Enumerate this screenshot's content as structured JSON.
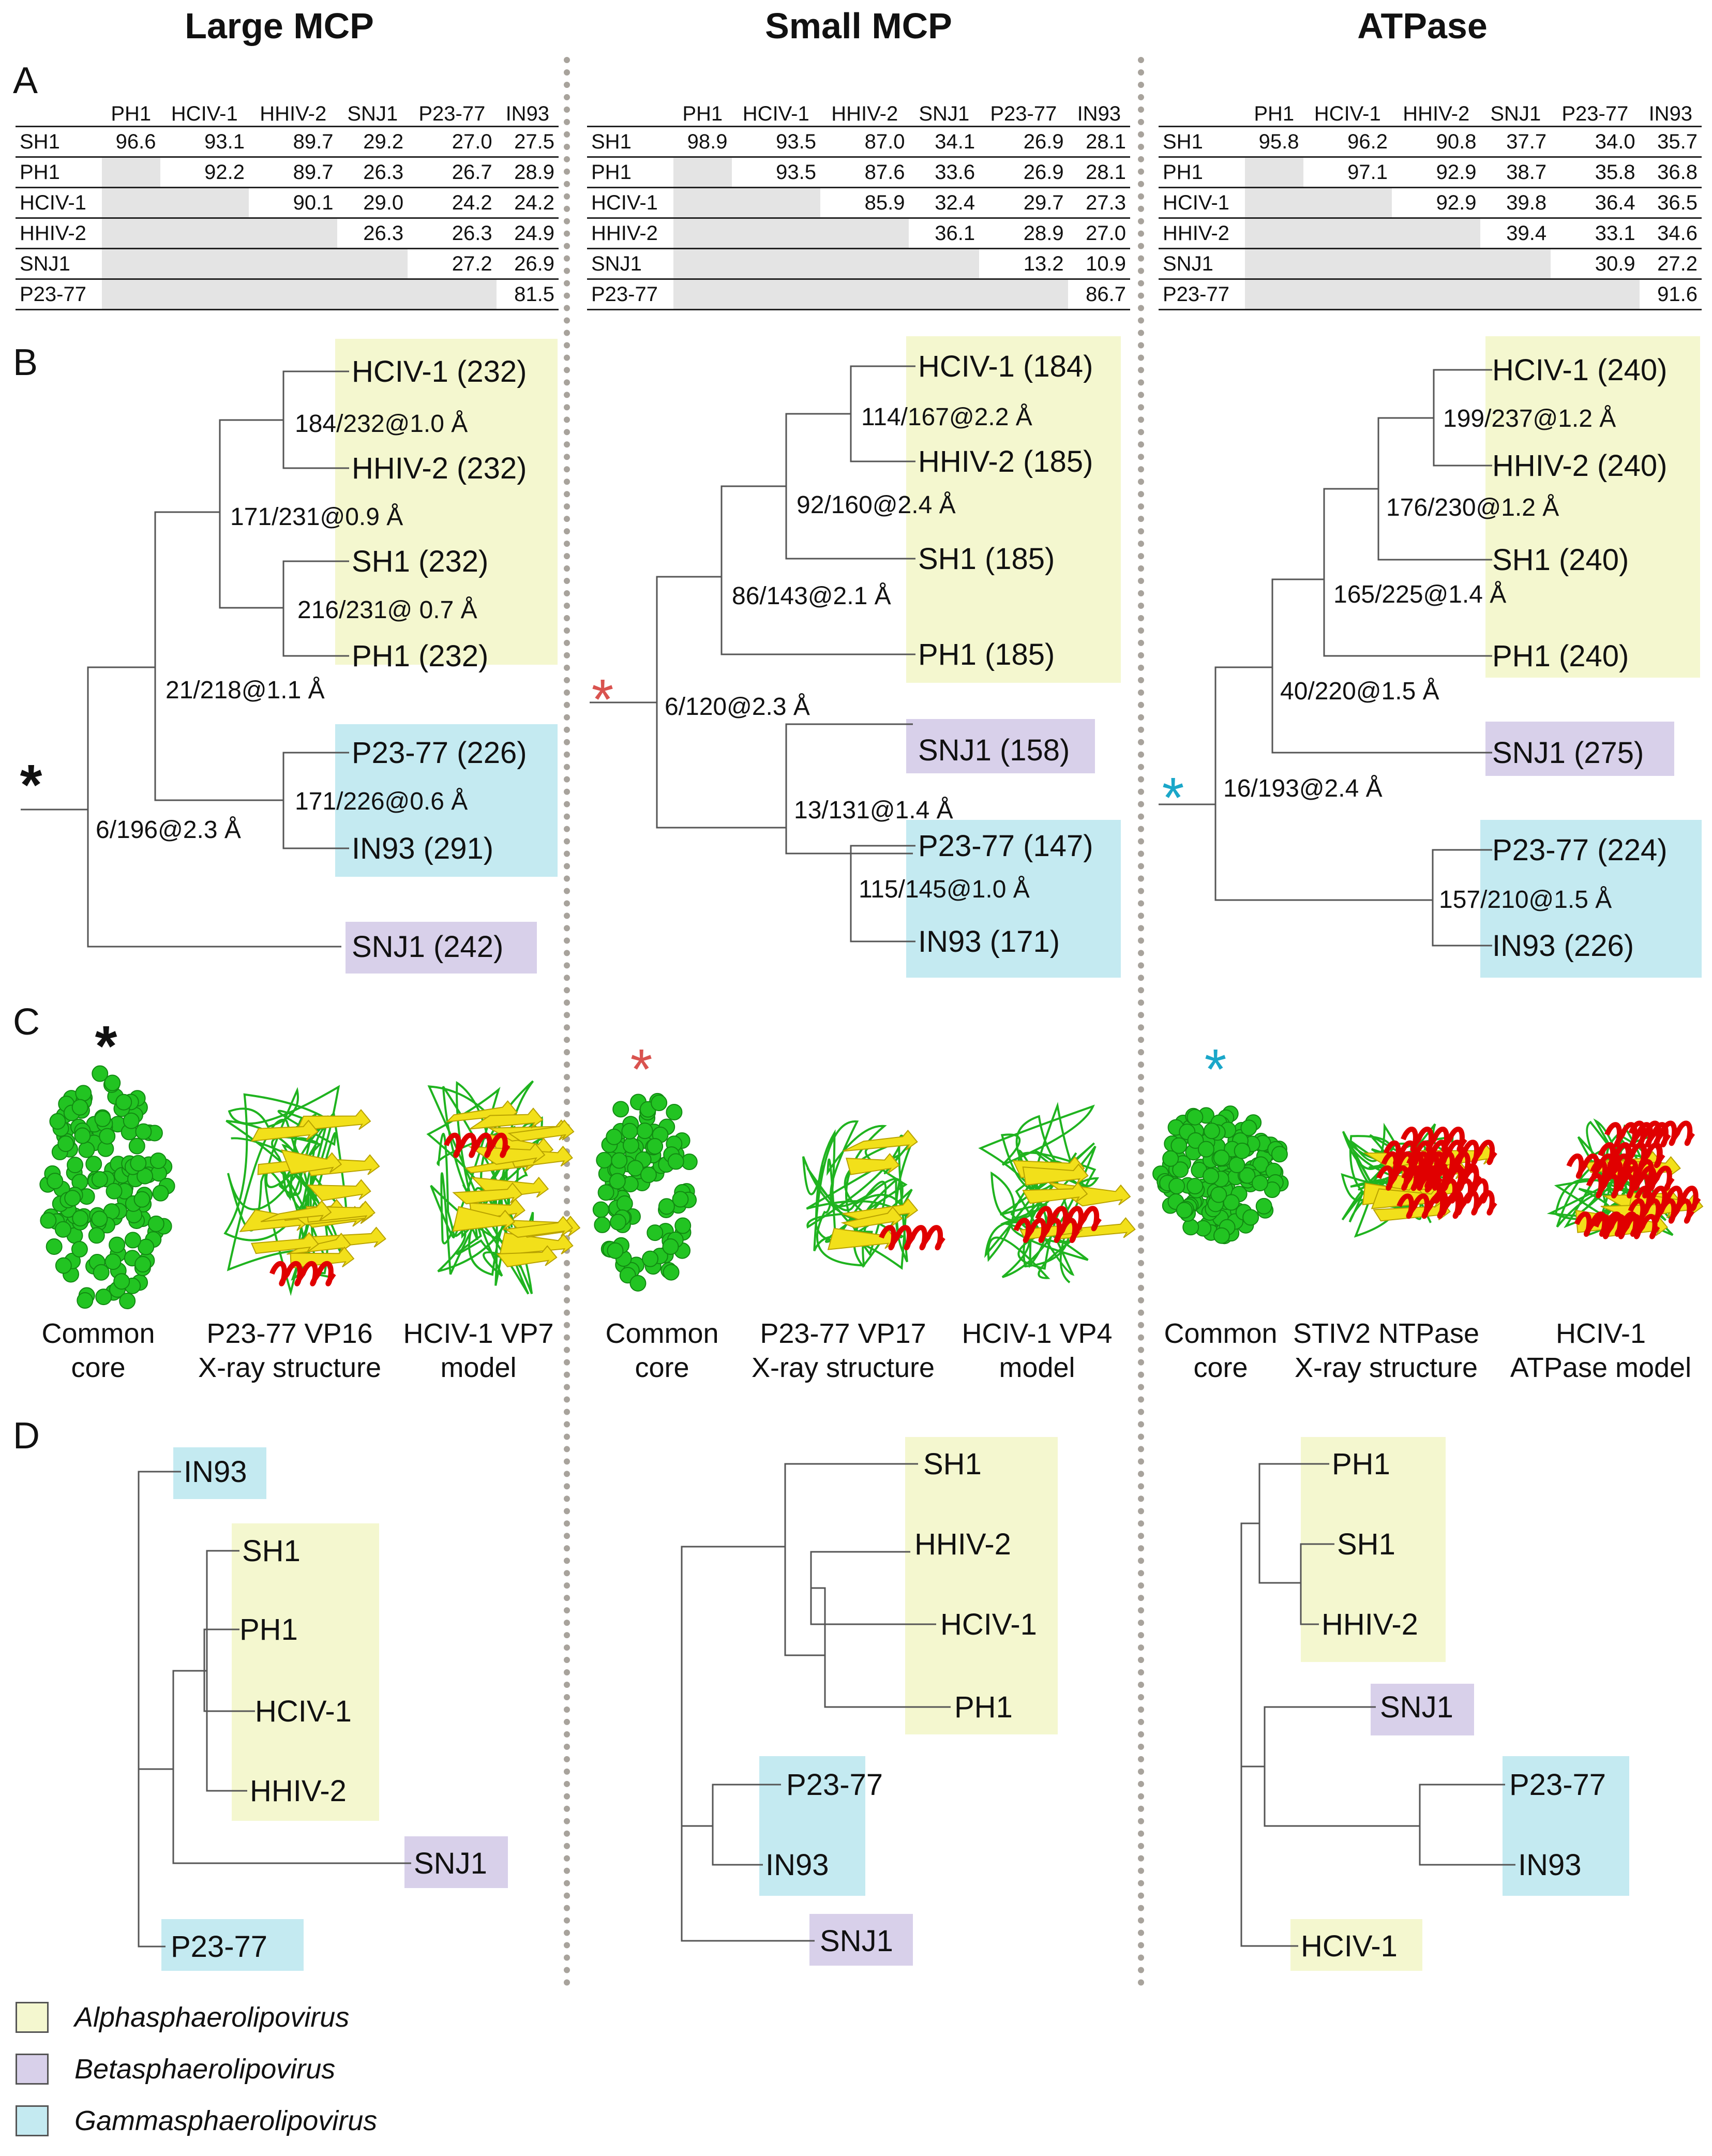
{
  "titles": [
    "Large MCP",
    "Small MCP",
    "ATPase"
  ],
  "panels": {
    "a": "A",
    "b": "B",
    "c": "C",
    "d": "D"
  },
  "tables": [
    {
      "cols": [
        "PH1",
        "HCIV-1",
        "HHIV-2",
        "SNJ1",
        "P23-77",
        "IN93"
      ],
      "rows": [
        {
          "label": "SH1",
          "values": [
            "96.6",
            "93.1",
            "89.7",
            "29.2",
            "27.0",
            "27.5"
          ]
        },
        {
          "label": "PH1",
          "values": [
            "",
            "92.2",
            "89.7",
            "26.3",
            "26.7",
            "28.9"
          ]
        },
        {
          "label": "HCIV-1",
          "values": [
            "",
            "",
            "90.1",
            "29.0",
            "24.2",
            "24.2"
          ]
        },
        {
          "label": "HHIV-2",
          "values": [
            "",
            "",
            "",
            "26.3",
            "26.3",
            "24.9"
          ]
        },
        {
          "label": "SNJ1",
          "values": [
            "",
            "",
            "",
            "",
            "27.2",
            "26.9"
          ]
        },
        {
          "label": "P23-77",
          "values": [
            "",
            "",
            "",
            "",
            "",
            "81.5"
          ]
        }
      ]
    },
    {
      "cols": [
        "PH1",
        "HCIV-1",
        "HHIV-2",
        "SNJ1",
        "P23-77",
        "IN93"
      ],
      "rows": [
        {
          "label": "SH1",
          "values": [
            "98.9",
            "93.5",
            "87.0",
            "34.1",
            "26.9",
            "28.1"
          ]
        },
        {
          "label": "PH1",
          "values": [
            "",
            "93.5",
            "87.6",
            "33.6",
            "26.9",
            "28.1"
          ]
        },
        {
          "label": "HCIV-1",
          "values": [
            "",
            "",
            "85.9",
            "32.4",
            "29.7",
            "27.3"
          ]
        },
        {
          "label": "HHIV-2",
          "values": [
            "",
            "",
            "",
            "36.1",
            "28.9",
            "27.0"
          ]
        },
        {
          "label": "SNJ1",
          "values": [
            "",
            "",
            "",
            "",
            "13.2",
            "10.9"
          ]
        },
        {
          "label": "P23-77",
          "values": [
            "",
            "",
            "",
            "",
            "",
            "86.7"
          ]
        }
      ]
    },
    {
      "cols": [
        "PH1",
        "HCIV-1",
        "HHIV-2",
        "SNJ1",
        "P23-77",
        "IN93"
      ],
      "rows": [
        {
          "label": "SH1",
          "values": [
            "95.8",
            "96.2",
            "90.8",
            "37.7",
            "34.0",
            "35.7"
          ]
        },
        {
          "label": "PH1",
          "values": [
            "",
            "97.1",
            "92.9",
            "38.7",
            "35.8",
            "36.8"
          ]
        },
        {
          "label": "HCIV-1",
          "values": [
            "",
            "",
            "92.9",
            "39.8",
            "36.4",
            "36.5"
          ]
        },
        {
          "label": "HHIV-2",
          "values": [
            "",
            "",
            "",
            "39.4",
            "33.1",
            "34.6"
          ]
        },
        {
          "label": "SNJ1",
          "values": [
            "",
            "",
            "",
            "",
            "30.9",
            "27.2"
          ]
        },
        {
          "label": "P23-77",
          "values": [
            "",
            "",
            "",
            "",
            "",
            "91.6"
          ]
        }
      ]
    }
  ],
  "trees_b": [
    {
      "leaves": [
        "HCIV-1 (232)",
        "HHIV-2 (232)",
        "SH1 (232)",
        "PH1 (232)",
        "P23-77 (226)",
        "IN93 (291)",
        "SNJ1 (242)"
      ],
      "nodes": [
        "184/232@1.0 Å",
        "171/231@0.9 Å",
        "216/231@ 0.7 Å",
        "21/218@1.1 Å",
        "171/226@0.6 Å",
        "6/196@2.3 Å"
      ],
      "marker": "*"
    },
    {
      "leaves": [
        "HCIV-1 (184)",
        "HHIV-2 (185)",
        "SH1 (185)",
        "PH1 (185)",
        "SNJ1 (158)",
        "P23-77 (147)",
        "IN93 (171)"
      ],
      "nodes": [
        "114/167@2.2 Å",
        "92/160@2.4 Å",
        "86/143@2.1 Å",
        "6/120@2.3 Å",
        "13/131@1.4 Å",
        "115/145@1.0 Å"
      ],
      "marker": "*"
    },
    {
      "leaves": [
        "HCIV-1 (240)",
        "HHIV-2 (240)",
        "SH1 (240)",
        "PH1 (240)",
        "SNJ1 (275)",
        "P23-77 (224)",
        "IN93 (226)"
      ],
      "nodes": [
        "199/237@1.2 Å",
        "176/230@1.2 Å",
        "165/225@1.4 Å",
        "40/220@1.5 Å",
        "16/193@2.4 Å",
        "157/210@1.5 Å"
      ],
      "marker": "*"
    }
  ],
  "captions_c": [
    [
      "Common",
      "core"
    ],
    [
      "P23-77 VP16",
      "X-ray structure"
    ],
    [
      "HCIV-1 VP7",
      "model"
    ],
    [
      "Common",
      "core"
    ],
    [
      "P23-77 VP17",
      "X-ray structure"
    ],
    [
      "HCIV-1 VP4",
      "model"
    ],
    [
      "Common",
      "core"
    ],
    [
      "STIV2 NTPase",
      "X-ray structure"
    ],
    [
      "HCIV-1",
      "ATPase model"
    ]
  ],
  "trees_d": [
    [
      "IN93",
      "SH1",
      "PH1",
      "HCIV-1",
      "HHIV-2",
      "SNJ1",
      "P23-77"
    ],
    [
      "SH1",
      "HHIV-2",
      "HCIV-1",
      "PH1",
      "P23-77",
      "IN93",
      "SNJ1"
    ],
    [
      "PH1",
      "SH1",
      "HHIV-2",
      "SNJ1",
      "P23-77",
      "IN93",
      "HCIV-1"
    ]
  ],
  "legend": [
    "Alphasphaerolipovirus",
    "Betasphaerolipovirus",
    "Gammasphaerolipovirus"
  ],
  "colors": {
    "alpha": "#f4f7cf",
    "beta": "#d8d0ea",
    "gamma": "#c4eaf1",
    "marker_1": "#111111",
    "marker_2": "#d9534f",
    "marker_3": "#1aa7c9",
    "sphere": "#22c422",
    "helix": "#e00000",
    "strand": "#f2e01a",
    "coil": "#1fb31f"
  }
}
